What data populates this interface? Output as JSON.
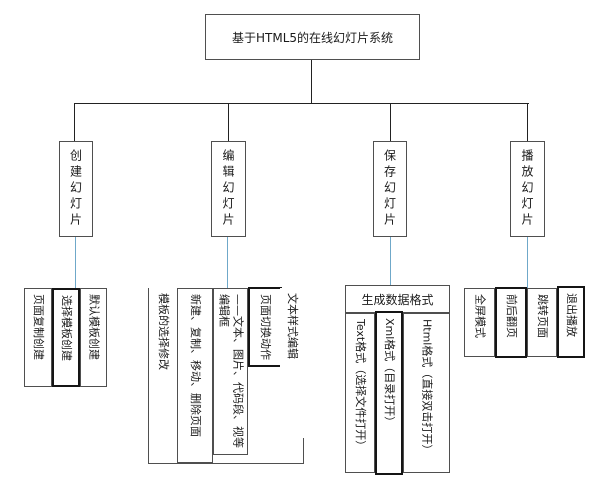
{
  "title": "基于HTML5的在线幻灯片系统",
  "connector_color": "#6fa8c9",
  "branches": [
    {
      "label": "创建幻灯片",
      "children": [
        {
          "label": "页面复制创建"
        },
        {
          "label": "选择模板创建"
        },
        {
          "label": "默认模板创建"
        }
      ]
    },
    {
      "label": "编辑幻灯片",
      "children": [
        {
          "label": "模板的选择修改"
        },
        {
          "label": "新建、复制、移动、删除页面"
        },
        {
          "lines": [
            "编辑框",
            "——文本、图片、代码段、视等"
          ]
        },
        {
          "label": "页面切换动作"
        },
        {
          "label": "文本样式编辑"
        }
      ]
    },
    {
      "label": "保存幻灯片",
      "header": "生成数据格式",
      "children": [
        {
          "label": "Text格式（选择文件打开）"
        },
        {
          "label": "Xml格式（目录打开）"
        },
        {
          "label": "Html格式（直接双击打开）"
        }
      ]
    },
    {
      "label": "播放幻灯片",
      "children": [
        {
          "label": "全屏模式"
        },
        {
          "label": "前后翻页"
        },
        {
          "label": "跳转页面"
        },
        {
          "label": "退出播放"
        }
      ]
    }
  ]
}
